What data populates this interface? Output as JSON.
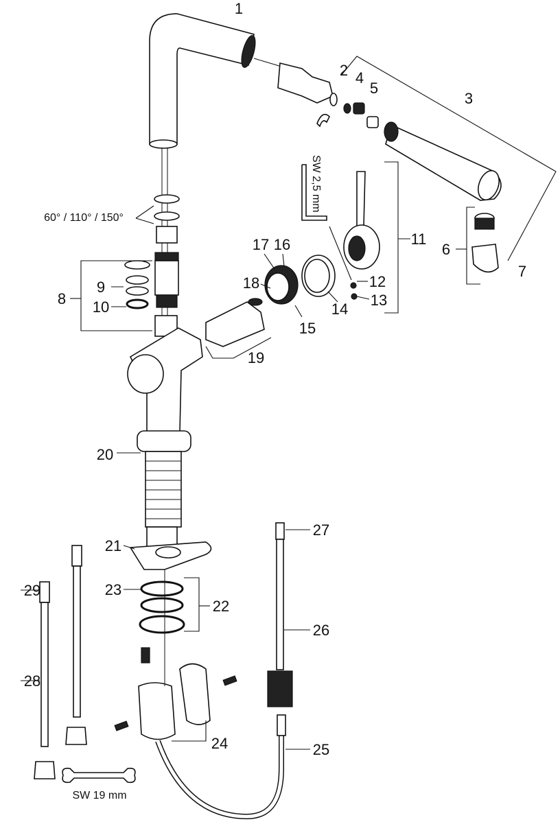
{
  "title": "Exploded parts diagram - pull-out kitchen faucet",
  "part_numbers": [
    "1",
    "2",
    "3",
    "4",
    "5",
    "6",
    "7",
    "8",
    "9",
    "10",
    "11",
    "12",
    "13",
    "14",
    "15",
    "16",
    "17",
    "18",
    "19",
    "20",
    "21",
    "22",
    "23",
    "24",
    "25",
    "26",
    "27",
    "28",
    "29"
  ],
  "annotations": {
    "angles": "60° / 110° / 150°",
    "hex_key": "SW 2,5 mm",
    "wrench": "SW 19 mm"
  }
}
